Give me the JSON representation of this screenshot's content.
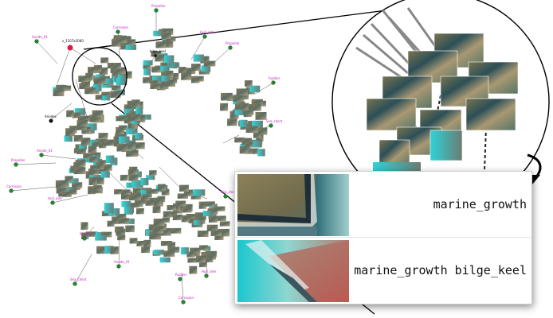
{
  "graph": {
    "node_labels": {
      "hub_top": "ship_hull_01",
      "hub_center": "bilge_keel",
      "hub_left": "Anodes",
      "hub_red": "s_1107x2060",
      "leaf_a": "Anode_01",
      "leaf_b": "Corrosion",
      "leaf_c": "Hull_side",
      "leaf_d": "Propeller",
      "leaf_e": "Rudder",
      "leaf_f": "Sea_chest"
    },
    "colors": {
      "node_green": "#1f8a2b",
      "node_red": "#d81b47",
      "node_black": "#111111",
      "label_magenta": "#c026c0",
      "edge": "#444444"
    }
  },
  "zoom_arrow_icon": "curved-arrow-down-icon",
  "results": [
    {
      "tags": "marine_growth",
      "image": "hull-corner-with-growth"
    },
    {
      "tags": "marine_growth bilge_keel",
      "image": "bilge-keel-underwater"
    }
  ]
}
